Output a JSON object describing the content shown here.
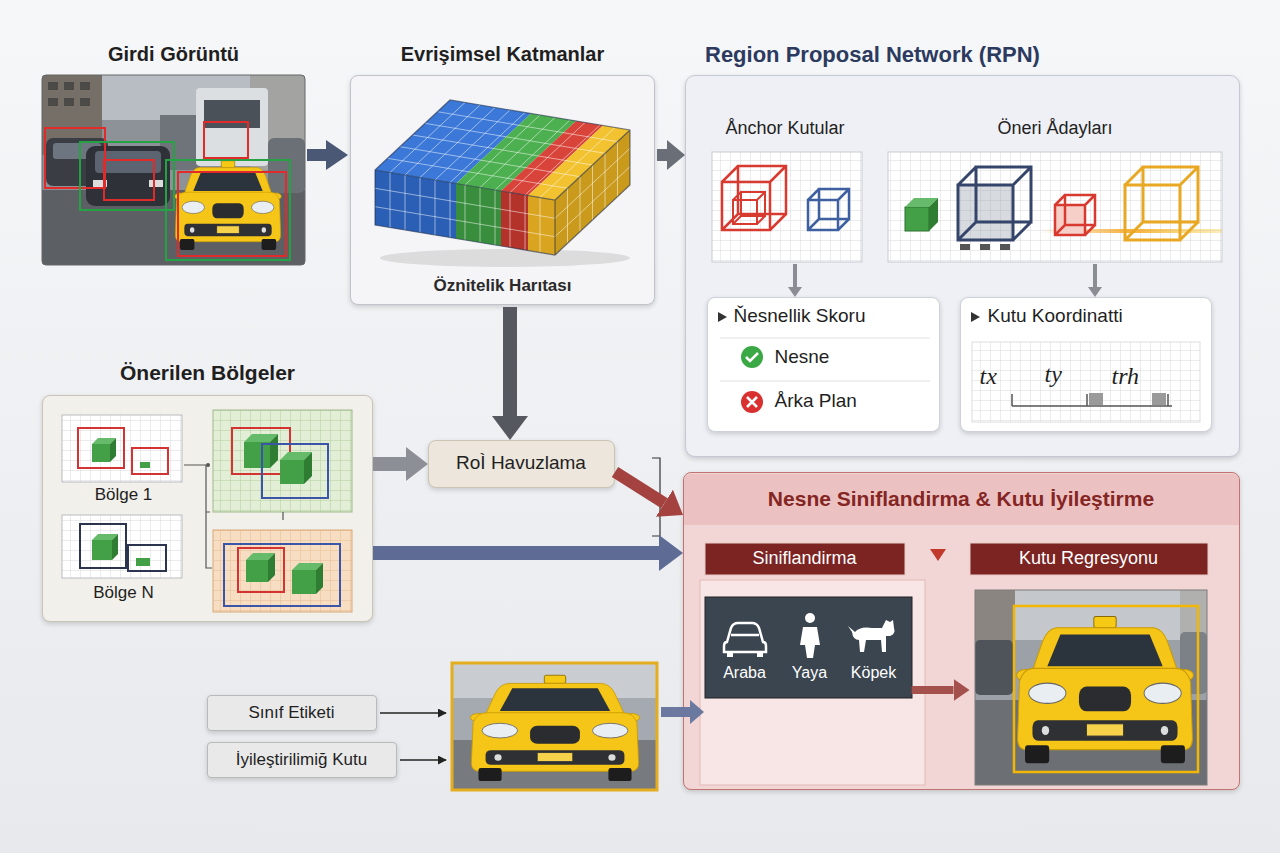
{
  "diagram": {
    "nodes": [
      {
        "text": [
          "Girdi Görüntü"
        ]
      },
      {
        "text": [
          "Evrişimsel Katmanlar",
          "Öznitelik Harıtası"
        ]
      },
      {
        "text": [
          "Region Proposal Network (RPN)"
        ]
      },
      {
        "text": [
          "Ånchor Kutular"
        ],
        "in": 2
      },
      {
        "text": [
          "Öneri Ådayları"
        ],
        "in": 2
      },
      {
        "text": [
          "Ňesnellik Skoru",
          "Nesne",
          "Årka Plan"
        ],
        "in": 2
      },
      {
        "text": [
          "Kutu Koordinatti",
          "tx",
          "ty",
          "trh"
        ],
        "in": 2
      },
      {
        "text": [
          "Önerilen Bölgeler"
        ]
      },
      {
        "text": [
          "Bölge 1"
        ],
        "in": 7
      },
      {
        "text": [
          "Bölge N"
        ],
        "in": 7
      },
      {
        "text": [
          "RoÌ Havuzlama"
        ]
      },
      {
        "text": [
          "Nesne Siniflandirma & Kutu İyileştirme"
        ]
      },
      {
        "text": [
          "Siniflandirma",
          "Araba",
          "Yaya",
          "Köpek"
        ],
        "in": 11
      },
      {
        "text": [
          "Kutu Regresyonu"
        ],
        "in": 11
      },
      {
        "text": [
          "Sınıf Etiketi"
        ]
      },
      {
        "text": [
          "İyileştirilimiğ Kutu"
        ]
      }
    ],
    "edges": [
      {
        "from": 0,
        "to": 1,
        "arrow": "to"
      },
      {
        "from": 1,
        "to": 2,
        "arrow": "to"
      },
      {
        "from": 3,
        "to": 5,
        "arrow": "to"
      },
      {
        "from": 4,
        "to": 6,
        "arrow": "to"
      },
      {
        "from": 1,
        "to": 10,
        "arrow": "to"
      },
      {
        "from": 7,
        "to": 10,
        "arrow": "to"
      },
      {
        "from": 10,
        "to": 11,
        "arrow": "to"
      },
      {
        "from": 7,
        "to": 11,
        "arrow": "to"
      },
      {
        "from": 12,
        "to": 13,
        "arrow": "to"
      }
    ]
  }
}
